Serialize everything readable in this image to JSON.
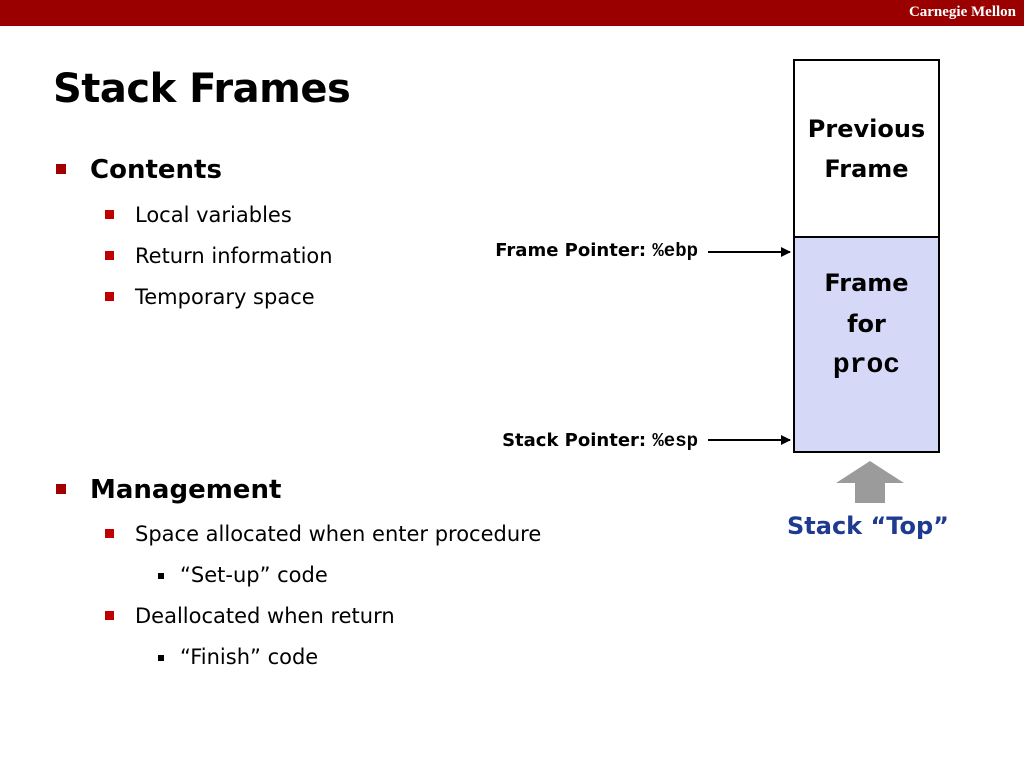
{
  "header": {
    "brand": "Carnegie Mellon"
  },
  "title": "Stack Frames",
  "bullets": {
    "contents": {
      "label": "Contents",
      "items": [
        "Local variables",
        "Return information",
        "Temporary space"
      ]
    },
    "management": {
      "label": "Management",
      "items": [
        {
          "label": "Space allocated when enter procedure",
          "sub": "“Set-up” code"
        },
        {
          "label": "Deallocated when return",
          "sub": "“Finish” code"
        }
      ]
    }
  },
  "diagram": {
    "previous_frame": [
      "Previous",
      "Frame"
    ],
    "proc_frame": [
      "Frame",
      "for",
      "proc"
    ],
    "frame_pointer": {
      "label": "Frame Pointer: ",
      "register": "%ebp"
    },
    "stack_pointer": {
      "label": "Stack Pointer: ",
      "register": "%esp"
    },
    "stack_top": "Stack “Top”"
  },
  "colors": {
    "header_bar": "#9b0000",
    "bullet_red": "#a00000",
    "frame_fill": "#d5d8f6",
    "stack_top_text": "#1f3b8f",
    "arrow_gray": "#9b9b9b"
  }
}
